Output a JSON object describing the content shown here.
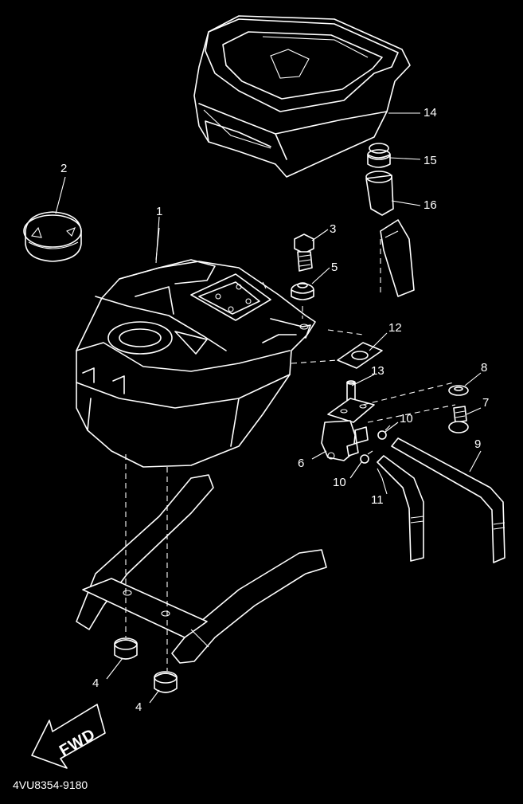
{
  "diagram": {
    "callouts": [
      {
        "id": "c1",
        "text": "1"
      },
      {
        "id": "c2",
        "text": "2"
      },
      {
        "id": "c3",
        "text": "3"
      },
      {
        "id": "c4a",
        "text": "4"
      },
      {
        "id": "c4b",
        "text": "4"
      },
      {
        "id": "c5",
        "text": "5"
      },
      {
        "id": "c6",
        "text": "6"
      },
      {
        "id": "c7",
        "text": "7"
      },
      {
        "id": "c8",
        "text": "8"
      },
      {
        "id": "c9",
        "text": "9"
      },
      {
        "id": "c10a",
        "text": "10"
      },
      {
        "id": "c10b",
        "text": "10"
      },
      {
        "id": "c11",
        "text": "11"
      },
      {
        "id": "c12",
        "text": "12"
      },
      {
        "id": "c13",
        "text": "13"
      },
      {
        "id": "c14",
        "text": "14"
      },
      {
        "id": "c15",
        "text": "15"
      },
      {
        "id": "c16",
        "text": "16"
      }
    ],
    "fwd_label": "FWD",
    "drawing_code": "4VU8354-9180"
  },
  "colors": {
    "background": "#000000",
    "line": "#ffffff"
  }
}
